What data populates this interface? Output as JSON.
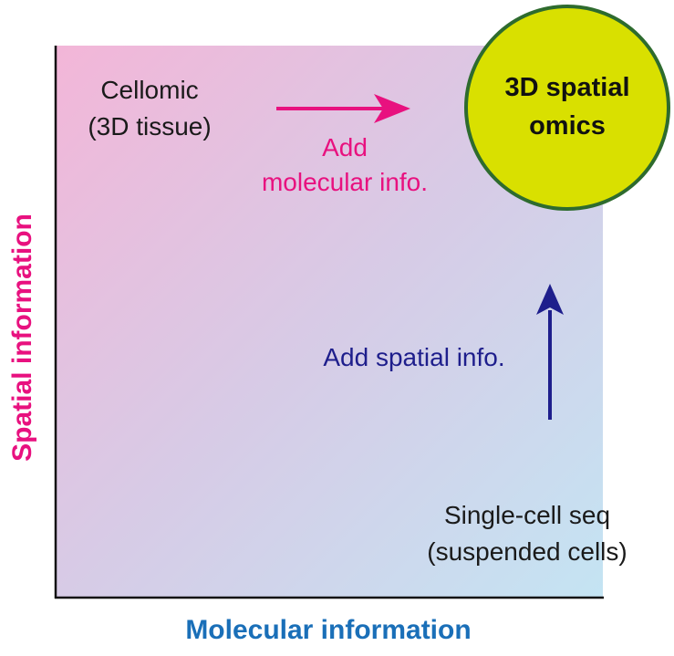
{
  "axes": {
    "x_label": "Molecular information",
    "y_label": "Spatial information"
  },
  "corners": {
    "top_left": [
      "Cellomic",
      "(3D tissue)"
    ],
    "bottom_right": [
      "Single-cell seq",
      "(suspended cells)"
    ]
  },
  "target": {
    "lines": [
      "3D spatial",
      "omics"
    ]
  },
  "arrows": {
    "horizontal": [
      "Add",
      "molecular info."
    ],
    "vertical": "Add spatial info."
  },
  "colors": {
    "magenta": "#e8117f",
    "navy": "#1e1e8c",
    "blue": "#1a6fb8",
    "circle_fill": "#d9e000",
    "circle_stroke": "#2e6b2e",
    "gradient_start": "#f3b6d8",
    "gradient_end": "#c4e4f3"
  }
}
